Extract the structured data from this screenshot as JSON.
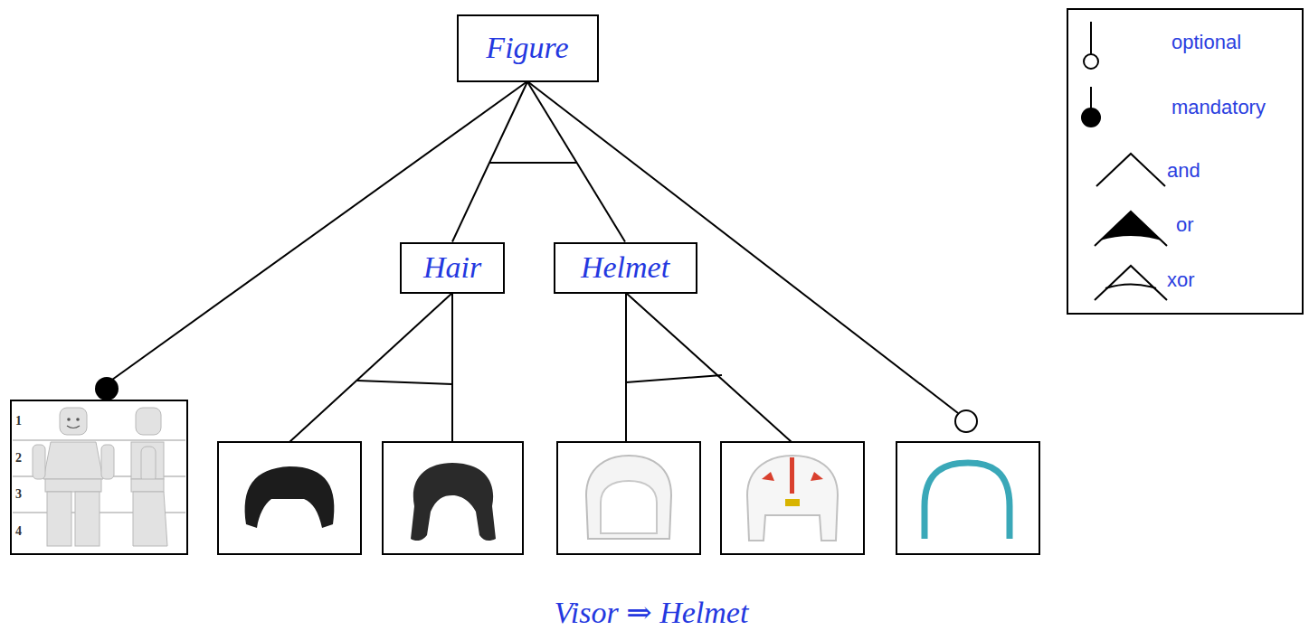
{
  "diagram": {
    "nodes": [
      {
        "text": [
          "Figure"
        ]
      },
      {
        "text": [
          "Hair"
        ]
      },
      {
        "text": [
          "Helmet"
        ]
      }
    ],
    "edges": [
      {
        "from": 0,
        "to": 1,
        "arrow": "none"
      },
      {
        "from": 0,
        "to": 2,
        "arrow": "none"
      }
    ],
    "labels": [
      "1",
      "2",
      "3",
      "4",
      "Visor ⇒ Helmet"
    ],
    "legend": [
      {
        "text": "optional"
      },
      {
        "text": "mandatory"
      },
      {
        "text": "and"
      },
      {
        "text": "or"
      },
      {
        "text": "xor"
      }
    ]
  }
}
